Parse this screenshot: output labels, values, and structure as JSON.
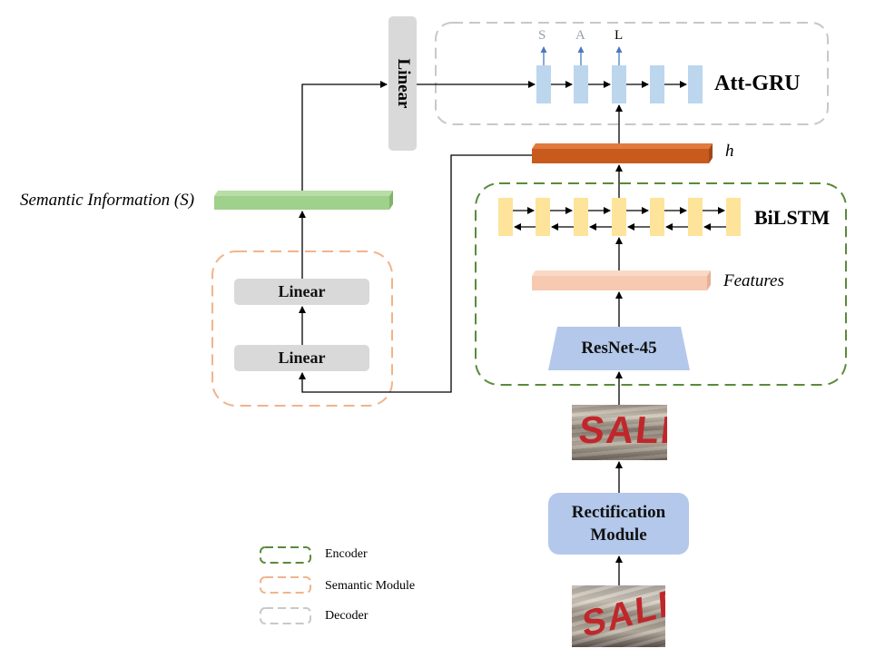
{
  "decoder_box": {
    "label": "Att-GRU",
    "outputs": [
      "S",
      "A",
      "L"
    ]
  },
  "top_linear_label": "Linear",
  "h_label": "h",
  "semantic_info_label": "Semantic Information (S)",
  "semantic_module": {
    "linear_top": "Linear",
    "linear_bottom": "Linear"
  },
  "encoder": {
    "bilstm_label": "BiLSTM",
    "features_label": "Features",
    "resnet_label": "ResNet-45"
  },
  "rectification_label_line1": "Rectification",
  "rectification_label_line2": "Module",
  "input_image_text": "SALE",
  "legend": [
    {
      "label": "Encoder",
      "color": "#5a8a3a"
    },
    {
      "label": "Semantic Module",
      "color": "#f0b48a"
    },
    {
      "label": "Decoder",
      "color": "#c8c8c8"
    }
  ],
  "colors": {
    "gru_cell": "#bcd6ee",
    "lstm_cell": "#fde49a",
    "h_bar": "#c95a1e",
    "semantic_bar": "#9fd08c",
    "features_bar": "#f6c9b0",
    "resnet": "#b3c8ea",
    "rectification": "#b3c8ea",
    "linear_box": "#d9d9d9"
  }
}
